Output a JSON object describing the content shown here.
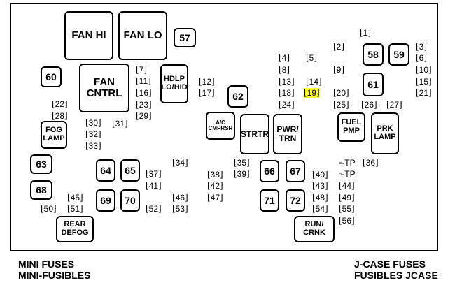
{
  "blocks": {
    "fan_hi": "FAN HI",
    "fan_lo": "FAN LO",
    "b57": "57",
    "b58": "58",
    "b59": "59",
    "b60": "60",
    "fan_cntrl": "FAN CNTRL",
    "hdlp": "HDLP LO/HID",
    "b61": "61",
    "b62": "62",
    "fog_lamp": "FOG LAMP",
    "ac_cmprsr": "A/C CMPRSR",
    "strtr": "STRTR",
    "pwr_trn": "PWR/ TRN",
    "fuel_pmp": "FUEL PMP",
    "prk_lamp": "PRK LAMP",
    "b63": "63",
    "b64": "64",
    "b65": "65",
    "b66": "66",
    "b67": "67",
    "b68": "68",
    "b69": "69",
    "b70": "70",
    "b71": "71",
    "b72": "72",
    "rear_defog": "REAR DEFOG",
    "run_crnk": "RUN/ CRNK"
  },
  "slots": {
    "s1": "⌊1⌋",
    "s2": "⌊2⌋",
    "s3": "⌊3⌋",
    "s4": "⌊4⌋",
    "s5": "⌊5⌋",
    "s6": "⌊6⌋",
    "s7": "⌊7⌋",
    "s8": "⌊8⌋",
    "s9": "⌊9⌋",
    "s10": "⌊10⌋",
    "s11": "⌊11⌋",
    "s12": "⌊12⌋",
    "s13": "⌊13⌋",
    "s14": "⌊14⌋",
    "s15": "⌊15⌋",
    "s16": "⌊16⌋",
    "s17": "⌊17⌋",
    "s18": "⌊18⌋",
    "s19": "⌊19⌋",
    "s20": "⌊20⌋",
    "s21": "⌊21⌋",
    "s22": "⌊22⌋",
    "s23": "⌊23⌋",
    "s24": "⌊24⌋",
    "s25": "⌊25⌋",
    "s26": "⌊26⌋",
    "s27": "⌊27⌋",
    "s28": "⌊28⌋",
    "s29": "⌊29⌋",
    "s30": "⌊30⌋",
    "s31": "⌊31⌋",
    "s32": "⌊32⌋",
    "s33": "⌊33⌋",
    "s34": "⌊34⌋",
    "s35": "⌊35⌋",
    "s36": "⌊36⌋",
    "s37": "⌊37⌋",
    "s38": "⌊38⌋",
    "s39": "⌊39⌋",
    "s40": "⌊40⌋",
    "s41": "⌊41⌋",
    "s42": "⌊42⌋",
    "s43": "⌊43⌋",
    "s44": "⌊44⌋",
    "s45": "⌊45⌋",
    "s46": "⌊46⌋",
    "s47": "⌊47⌋",
    "s48": "⌊48⌋",
    "s49": "⌊49⌋",
    "s50": "⌊50⌋",
    "s51": "⌊51⌋",
    "s52": "⌊52⌋",
    "s53": "⌊53⌋",
    "s54": "⌊54⌋",
    "s55": "⌊55⌋",
    "s56": "⌊56⌋",
    "tp1": "▫-TP",
    "tp2": "▫-TP"
  },
  "highlight_color": "#ffff33",
  "captions": {
    "mini_fuses": "MINI FUSES",
    "mini_fusibles": "MINI-FUSIBLES",
    "jcase_fuses": "J-CASE FUSES",
    "fusibles_jcase": "FUSIBLES JCASE"
  }
}
